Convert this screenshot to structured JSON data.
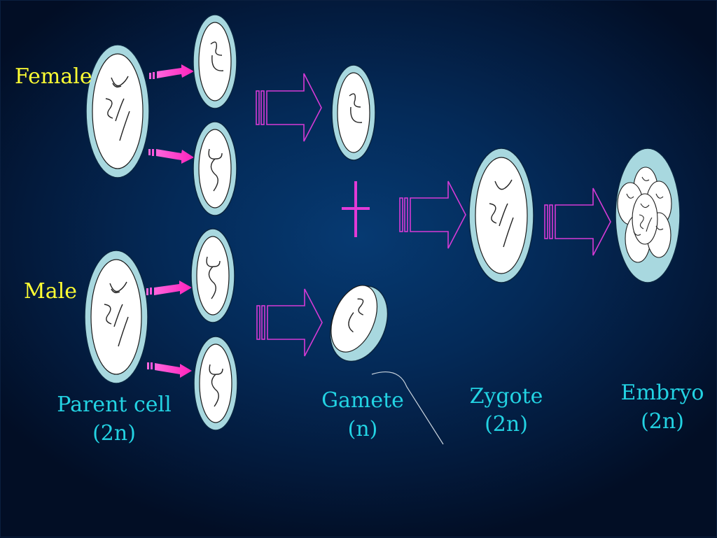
{
  "labels": {
    "female": "Female",
    "male": "Male",
    "parent_line1": "Parent cell",
    "parent_line2": "(2n)",
    "gamete_line1": "Gamete",
    "gamete_line2": "(n)",
    "zygote_line1": "Zygote",
    "zygote_line2": "(2n)",
    "embryo_line1": "Embryo",
    "embryo_line2": "(2n)"
  },
  "colors": {
    "background": "#042a58",
    "cell_outer": "#a8d8df",
    "cell_inner": "#ffffff",
    "chromosome": "#222222",
    "pink_arrow": "#ff33cc",
    "outline_arrow": "#d63ad6",
    "label_cyan": "#23d3e3",
    "label_yellow": "#ffff33"
  },
  "symbols": {
    "plus": "+"
  }
}
